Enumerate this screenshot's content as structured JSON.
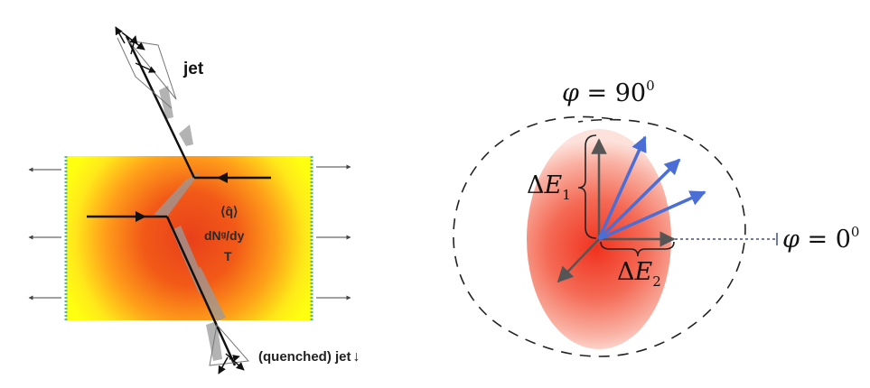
{
  "left_panel": {
    "jet_label": "jet",
    "qhat_label": "⟨q̂⟩",
    "multiplicity_label": "dNᵍ/dy",
    "temperature_label": "T",
    "quenched_label": "(quenched) jet",
    "quenched_arrow": "↓",
    "colors": {
      "medium_core": "#e8401a",
      "medium_mid": "#ff7a1c",
      "medium_edge": "#ffff10",
      "boundary": "#4dbfa0",
      "jet": "#111111"
    }
  },
  "right_panel": {
    "phi_90": {
      "symbol": "φ",
      "eq": " = 90",
      "sup": "0"
    },
    "phi_0": {
      "symbol": "φ",
      "eq": " = 0",
      "sup": "0"
    },
    "delta_e1": {
      "delta": "Δ",
      "var": "E",
      "sub": "1"
    },
    "delta_e2": {
      "delta": "Δ",
      "var": "E",
      "sub": "2"
    },
    "colors": {
      "ellipse_core": "#f0321e",
      "ellipse_edge": "#ffd6cc",
      "arrows": "#4a6ed6",
      "dashed": "#222222",
      "axis_dotted": "#3a4f8a"
    }
  }
}
